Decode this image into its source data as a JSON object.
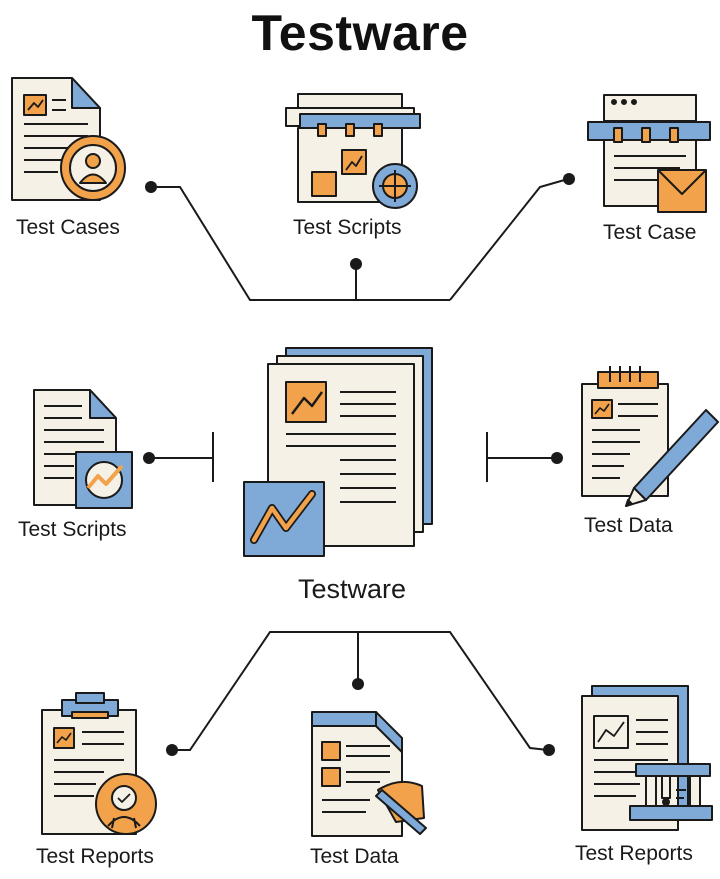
{
  "title": "Testware",
  "center": {
    "label": "Testware",
    "icon": "testware-documents-icon"
  },
  "nodes": [
    {
      "id": "top-left",
      "label": "Test Cases",
      "icon": "test-case-document-user-icon"
    },
    {
      "id": "top-center",
      "label": "Test Scripts",
      "icon": "test-scripts-board-target-icon"
    },
    {
      "id": "top-right",
      "label": "Test Case",
      "icon": "test-case-window-mail-icon"
    },
    {
      "id": "mid-left",
      "label": "Test Scripts",
      "icon": "test-scripts-document-chart-icon"
    },
    {
      "id": "mid-right",
      "label": "Test Data",
      "icon": "test-data-notepad-pen-icon"
    },
    {
      "id": "bottom-left",
      "label": "Test Reports",
      "icon": "test-reports-clipboard-badge-icon"
    },
    {
      "id": "bottom-center",
      "label": "Test Data",
      "icon": "test-data-document-pencil-icon"
    },
    {
      "id": "bottom-right",
      "label": "Test Reports",
      "icon": "test-reports-document-press-icon"
    }
  ],
  "colors": {
    "blue": "#7fa9d6",
    "orange": "#f1a24a",
    "paper": "#f6f1e6",
    "ink": "#1a1a1a"
  }
}
